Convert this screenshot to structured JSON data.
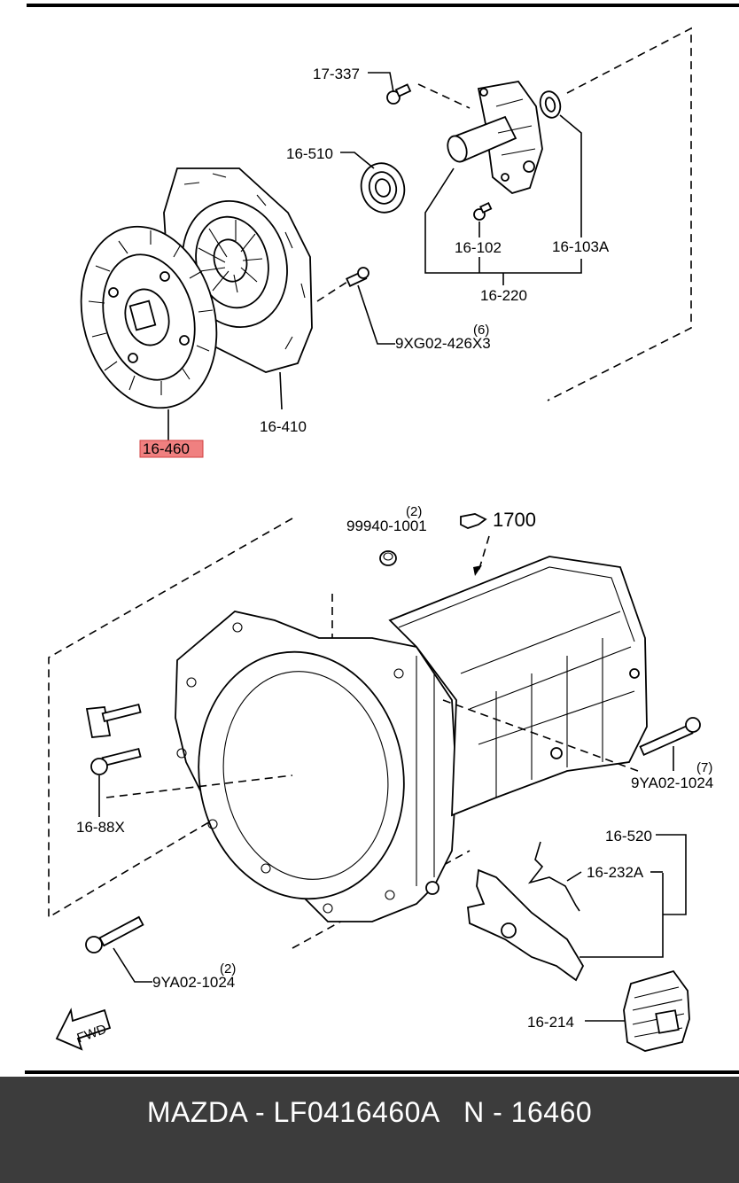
{
  "labels": {
    "l17337": "17-337",
    "l16510": "16-510",
    "l16102": "16-102",
    "l16103a": "16-103A",
    "l16220": "16-220",
    "l9xg02": "9XG02-426X3",
    "l9xg02_qty": "(6)",
    "l16410": "16-410",
    "l16460": "16-460",
    "l99940": "99940-1001",
    "l99940_qty": "(2)",
    "l1700": "1700",
    "l9ya02a": "9YA02-1024",
    "l9ya02a_qty": "(7)",
    "l1688x": "16-88X",
    "l16520": "16-520",
    "l16232a": "16-232A",
    "l9ya02b": "9YA02-1024",
    "l9ya02b_qty": "(2)",
    "l16214": "16-214",
    "fwd": "FWD"
  },
  "highlight_color": "#f08080",
  "footer": {
    "text": "MAZDA - LF0416460A   N - 16460",
    "background": "#3c3c3c",
    "color": "#ffffff"
  }
}
